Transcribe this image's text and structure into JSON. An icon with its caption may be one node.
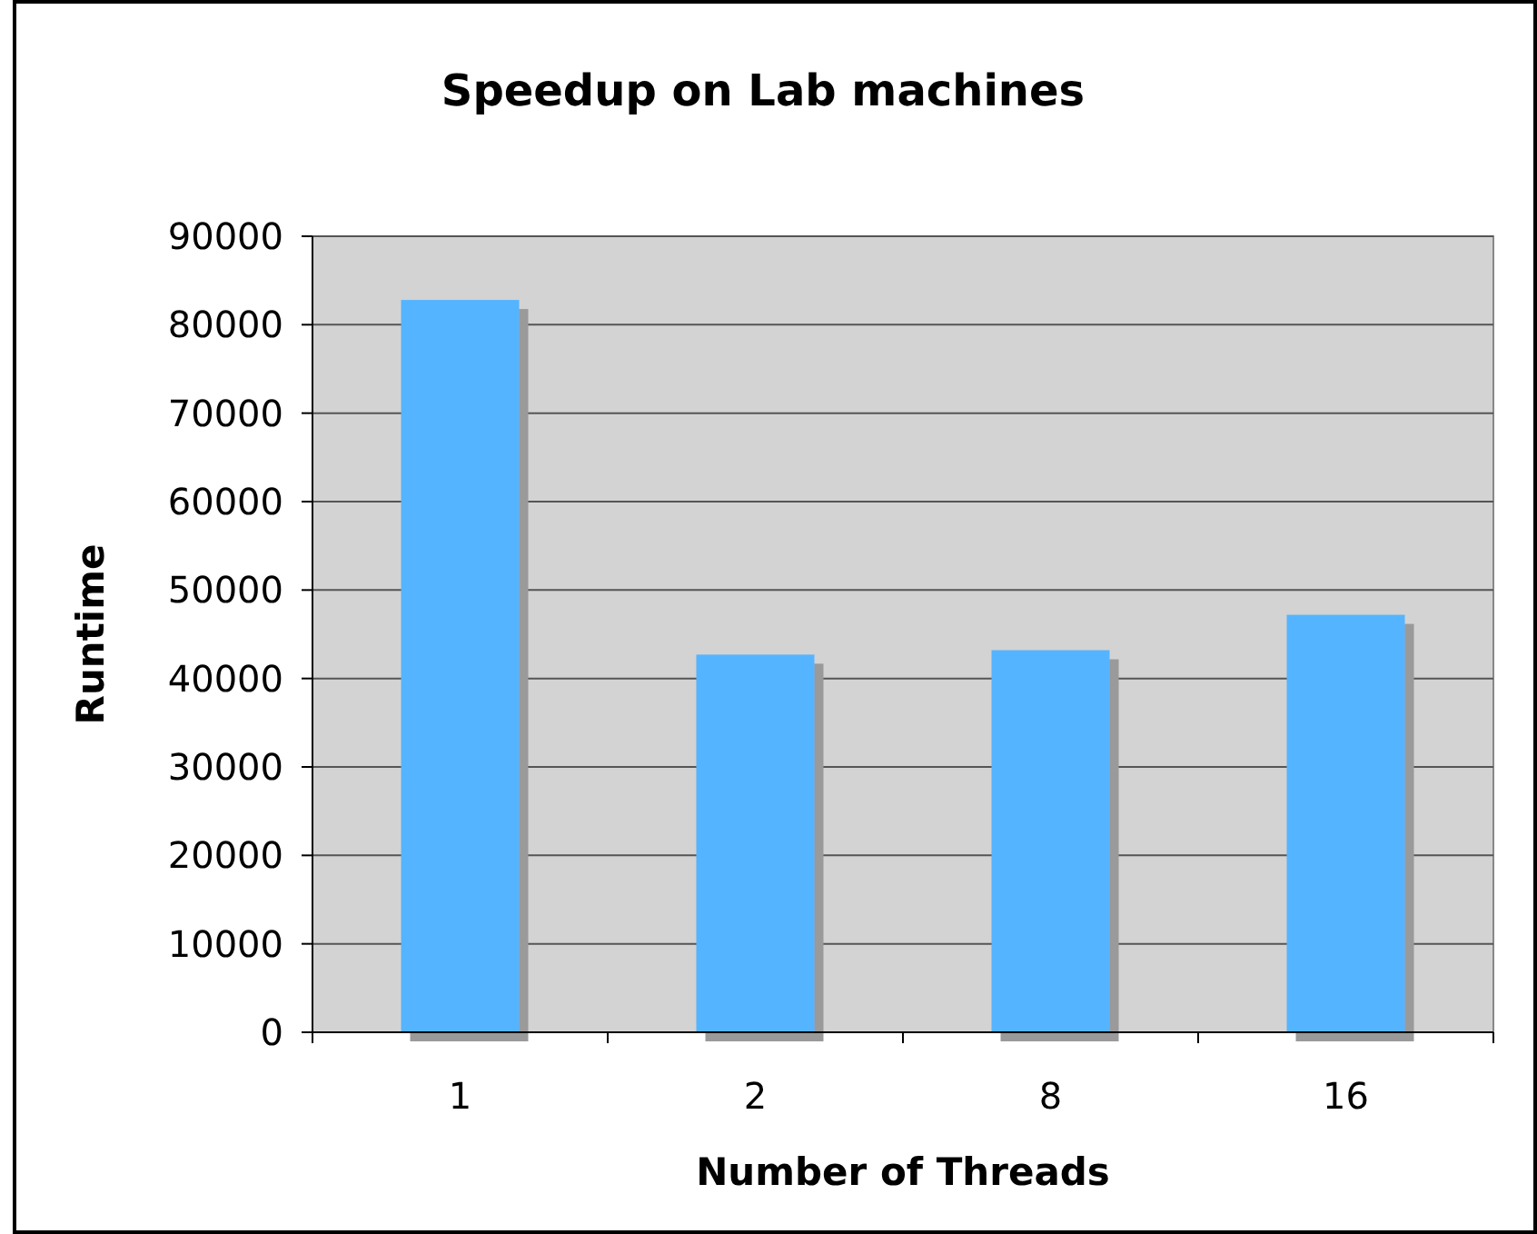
{
  "diagram": {
    "chart_data": {
      "type": "bar",
      "title": "Speedup on Lab machines",
      "xlabel": "Number of Threads",
      "ylabel": "Runtime",
      "categories": [
        "1",
        "2",
        "8",
        "16"
      ],
      "series": [
        {
          "color": "#55b4ff",
          "values": [
            82800,
            42700,
            43200,
            47200
          ]
        }
      ],
      "grid": true,
      "ylim": [
        0,
        90000
      ],
      "yticks": [
        0,
        10000,
        20000,
        30000,
        40000,
        50000,
        60000,
        70000,
        80000,
        90000
      ]
    }
  }
}
